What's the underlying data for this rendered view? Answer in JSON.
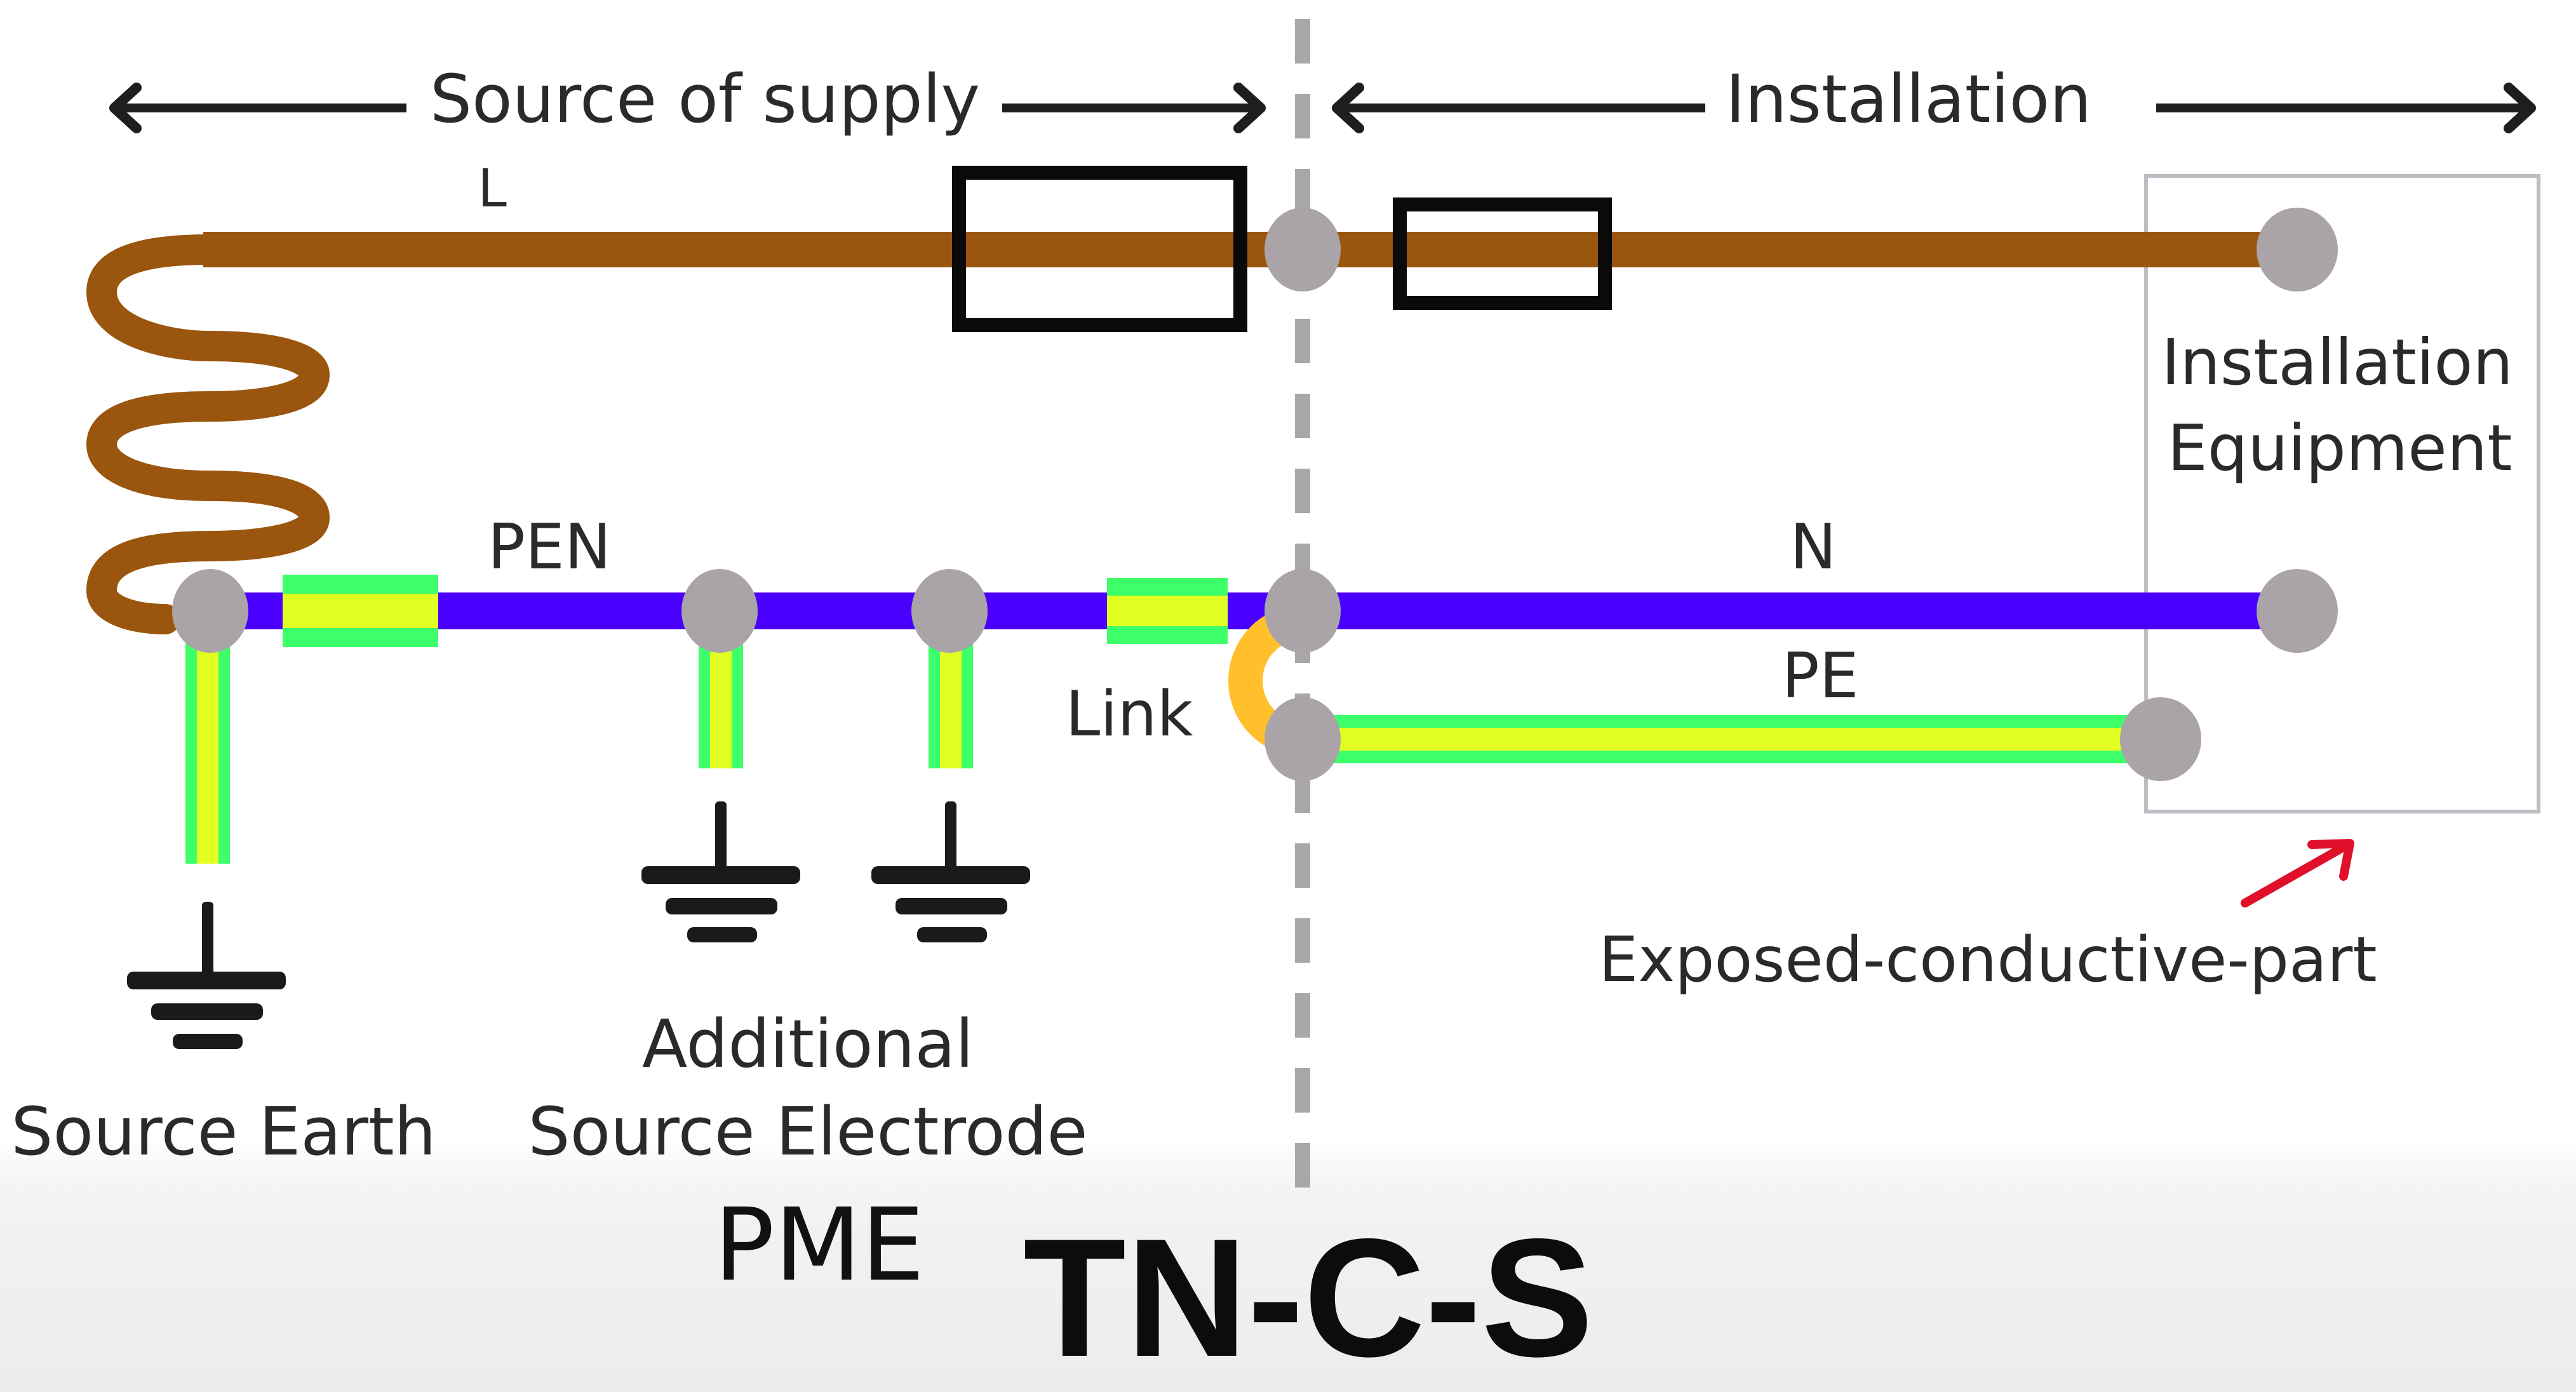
{
  "diagram": {
    "title": "TN-C-S",
    "subtitle": "PME",
    "sections": {
      "source": "Source of supply",
      "installation": "Installation"
    },
    "conductor_labels": {
      "line": "L",
      "pen": "PEN",
      "neutral": "N",
      "protective_earth": "PE",
      "link": "Link"
    },
    "equipment": {
      "line1": "Installation",
      "line2": "Equipment"
    },
    "annotations": {
      "exposed_part": "Exposed-conductive-part",
      "source_earth": "Source Earth",
      "additional_line1": "Additional",
      "additional_line2": "Source Electrode"
    },
    "colors": {
      "line_brown": "#9a560e",
      "pen_blue": "#4a00ff",
      "earth_green": "#3dff6a",
      "earth_yellow": "#e2ff22",
      "node_gray": "#aaa3a8",
      "link_orange": "#ffc02c",
      "boundary_gray": "#a8a8a8",
      "arrow_red": "#e0102a",
      "ink": "#1a1a1a"
    },
    "icons": [
      "arrow-left-icon",
      "arrow-right-icon",
      "fuse-icon",
      "ground-symbol-icon",
      "red-pointer-arrow-icon",
      "transformer-coil-icon"
    ]
  }
}
